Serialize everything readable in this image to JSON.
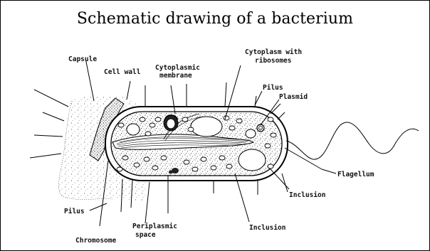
{
  "title": "Schematic drawing of a bacterium",
  "labels": {
    "capsule": "Capsule",
    "cell_wall": "Cell wall",
    "cyto_membrane_1": "Cytoplasmic",
    "cyto_membrane_2": "membrane",
    "cytoplasm_1": "Cytoplasm with",
    "cytoplasm_2": "ribosomes",
    "pilus_top": "Pilus",
    "plasmid": "Plasmid",
    "flagellum": "Flagellum",
    "inclusion_right": "Inclusion",
    "inclusion_bottom": "Inclusion",
    "pilus_bottom": "Pilus",
    "chromosome": "Chromosome",
    "periplasmic_1": "Periplasmic",
    "periplasmic_2": "space"
  },
  "colors": {
    "ink": "#000000",
    "paper": "#ffffff"
  }
}
